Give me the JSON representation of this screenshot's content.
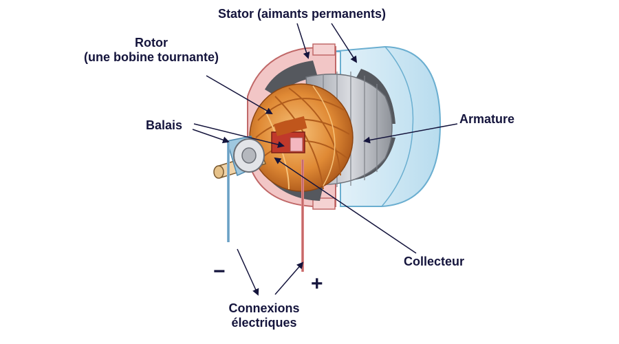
{
  "labels": {
    "stator": "Stator (aimants permanents)",
    "rotor_line1": "Rotor",
    "rotor_line2": "(une bobine tournante)",
    "balais": "Balais",
    "armature": "Armature",
    "collecteur": "Collecteur",
    "connexions_line1": "Connexions",
    "connexions_line2": "électriques",
    "minus": "−",
    "plus": "+"
  },
  "colors": {
    "text": "#14143c",
    "armature": "#cfe6f2",
    "armature_edge": "#6aaed0",
    "stator_pink": "#f2c6c6",
    "stator_edge": "#c06868",
    "stator_dark": "#55585e",
    "coil_copper": "#d9822b",
    "coil_light": "#f2b060",
    "wire_blue": "#8ab8d8",
    "wire_pink": "#e08a8a"
  }
}
